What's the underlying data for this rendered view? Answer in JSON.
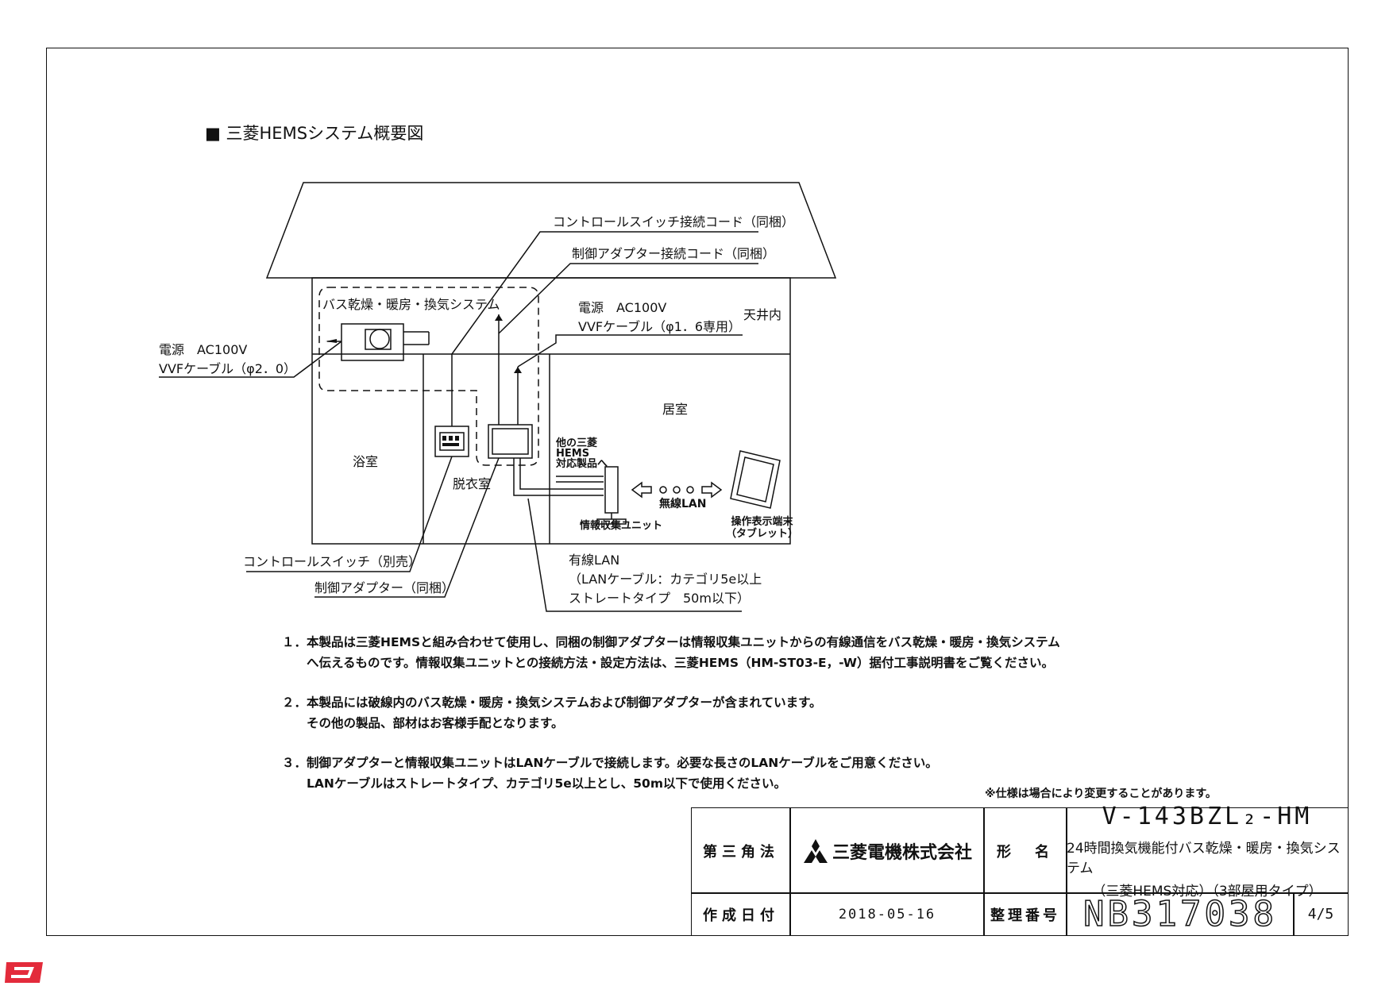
{
  "page": {
    "title": "■ 三菱HEMSシステム概要図"
  },
  "diagram": {
    "labels": {
      "control_switch_cord": "コントロールスイッチ接続コード（同梱）",
      "adapter_cord": "制御アダプター接続コード（同梱）",
      "bath_system": "バス乾燥・暖房・換気システム",
      "power_left_1": "電源　AC100V",
      "power_left_2": "VVFケーブル（φ2．0）",
      "power_right_1": "電源　AC100V",
      "power_right_2": "VVFケーブル（φ1．6専用）",
      "ceiling": "天井内",
      "living_room": "居室",
      "bathroom": "浴室",
      "dressing_room": "脱衣室",
      "other_hems": "他の三菱\nHEMS\n対応製品へ",
      "wireless_lan": "無線LAN",
      "info_unit": "情報収集ユニット",
      "tablet": "操作表示端末\n（タブレット）",
      "control_switch": "コントロールスイッチ（別売）",
      "control_adapter": "制御アダプター（同梱）",
      "wired_lan_1": "有線LAN",
      "wired_lan_2": "（LANケーブル：カテゴリ5e以上",
      "wired_lan_3": "ストレートタイプ　50m以下）"
    }
  },
  "notes": [
    {
      "line1": "１．本製品は三菱HEMSと組み合わせて使用し、同梱の制御アダプターは情報収集ユニットからの有線通信をバス乾燥・暖房・換気システム",
      "line2": "　　へ伝えるものです。情報収集ユニットとの接続方法・設定方法は、三菱HEMS（HM-ST03-E，-W）据付工事説明書をご覧ください。"
    },
    {
      "line1": "２．本製品には破線内のバス乾燥・暖房・換気システムおよび制御アダプターが含まれています。",
      "line2": "　　その他の製品、部材はお客様手配となります。"
    },
    {
      "line1": "３．制御アダプターと情報収集ユニットはLANケーブルで接続します。必要な長さのLANケーブルをご用意ください。",
      "line2": "　　LANケーブルはストレートタイプ、カテゴリ5e以上とし、50m以下で使用ください。"
    }
  ],
  "spec_notice": "※仕様は場合により変更することがあります。",
  "title_block": {
    "projection_label": "第三角法",
    "company": "三菱電機株式会社",
    "model_label": "形　名",
    "model_number": "V-143BZL₂-HM",
    "model_desc_1": "24時間換気機能付バス乾燥・暖房・換気システム",
    "model_desc_2": "（三菱HEMS対応）（3部屋用タイプ）",
    "date_label": "作成日付",
    "date": "2018-05-16",
    "ref_label": "整理番号",
    "ref_number": "NB317038",
    "page": "4/5"
  }
}
